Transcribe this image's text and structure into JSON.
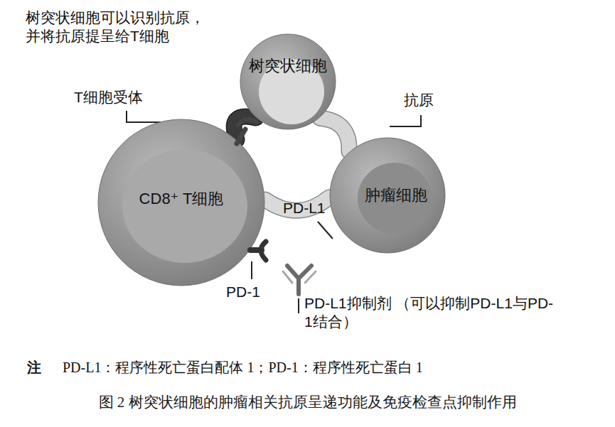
{
  "diagram": {
    "caption": "图 2 树突状细胞的肿瘤相关抗原呈递功能及免疫检查点抑制作用",
    "nodes": [
      {
        "text": [
          "树突状细胞"
        ]
      },
      {
        "text": [
          "CD8⁺ T细胞"
        ]
      },
      {
        "text": [
          "肿瘤细胞"
        ]
      }
    ],
    "edges": [
      {
        "from": 1,
        "to": 0,
        "arrow": "none"
      },
      {
        "from": 2,
        "to": 0,
        "arrow": "none"
      },
      {
        "from": 2,
        "to": 1,
        "arrow": "none"
      }
    ],
    "labels": [
      "树突状细胞可以识别抗原， 并将抗原提呈给T细胞",
      "T细胞受体",
      "抗原",
      "PD-L1",
      "PD-1",
      "PD-L1抑制剂 （可以抑制PD-L1与PD-1结合）",
      "注",
      "PD-L1：程序性死亡蛋白配体 1；PD-1：程序性死亡蛋白 1"
    ]
  }
}
